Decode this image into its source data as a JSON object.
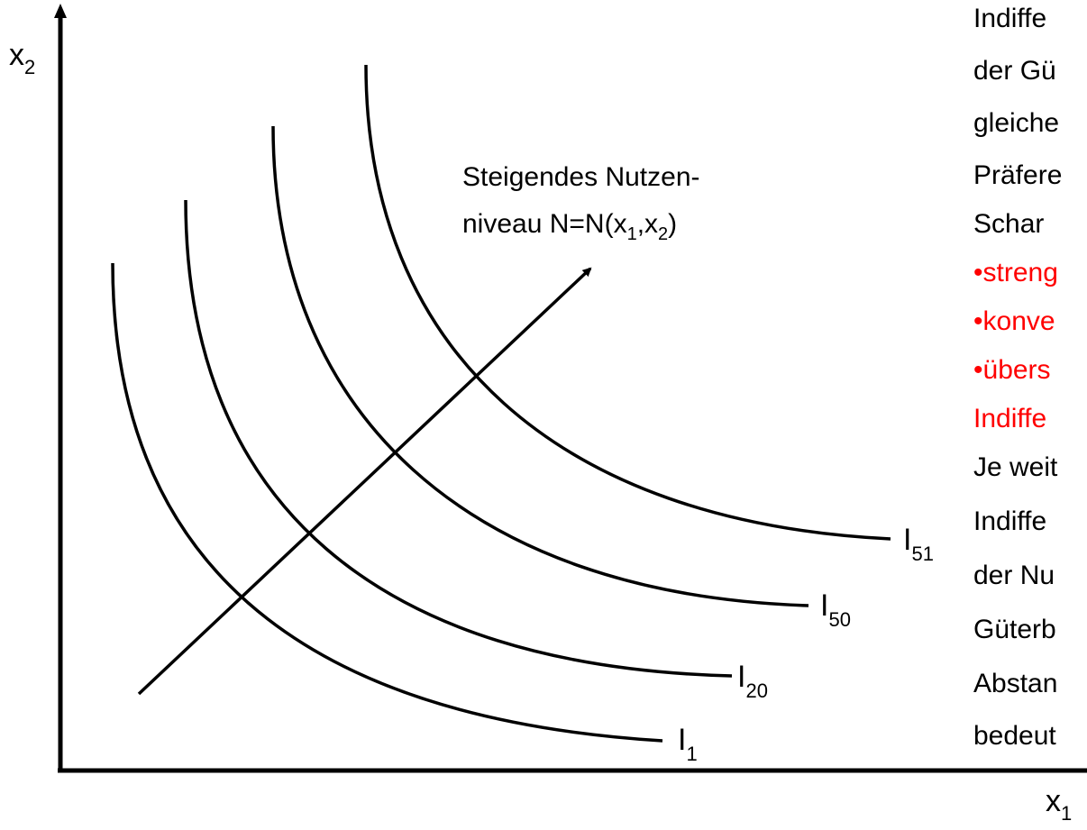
{
  "axes": {
    "y_label": "x",
    "y_label_sub": "2",
    "x_label": "x",
    "x_label_sub": "1"
  },
  "arrow_label": {
    "line1": "Steigendes Nutzen-",
    "line2_prefix": "niveau N=N(x",
    "sub1": "1",
    "mid": ",x",
    "sub2": "2",
    "suffix": ")"
  },
  "curves": [
    {
      "letter": "I",
      "sub": "1"
    },
    {
      "letter": "I",
      "sub": "20"
    },
    {
      "letter": "I",
      "sub": "50"
    },
    {
      "letter": "I",
      "sub": "51"
    }
  ],
  "text_panel": {
    "lines": [
      {
        "text": "Indiffe",
        "color": "#000000"
      },
      {
        "text": "der Gü",
        "color": "#000000"
      },
      {
        "text": "gleiche",
        "color": "#000000"
      },
      {
        "text": "Präfere",
        "color": "#000000"
      },
      {
        "text": "Schar",
        "color": "#000000"
      },
      {
        "text": "•streng",
        "color": "#ff0000"
      },
      {
        "text": "•konve",
        "color": "#ff0000"
      },
      {
        "text": "•übers",
        "color": "#ff0000"
      },
      {
        "text": "Indiffe",
        "color": "#ff0000"
      },
      {
        "text": "Je weit",
        "color": "#000000"
      },
      {
        "text": "Indiffe",
        "color": "#000000"
      },
      {
        "text": "der Nu",
        "color": "#000000"
      },
      {
        "text": "Güterb",
        "color": "#000000"
      },
      {
        "text": "Abstan",
        "color": "#000000"
      },
      {
        "text": "bedeut",
        "color": "#000000"
      }
    ]
  },
  "colors": {
    "line": "#000000",
    "highlight": "#ff0000",
    "background": "#ffffff"
  }
}
